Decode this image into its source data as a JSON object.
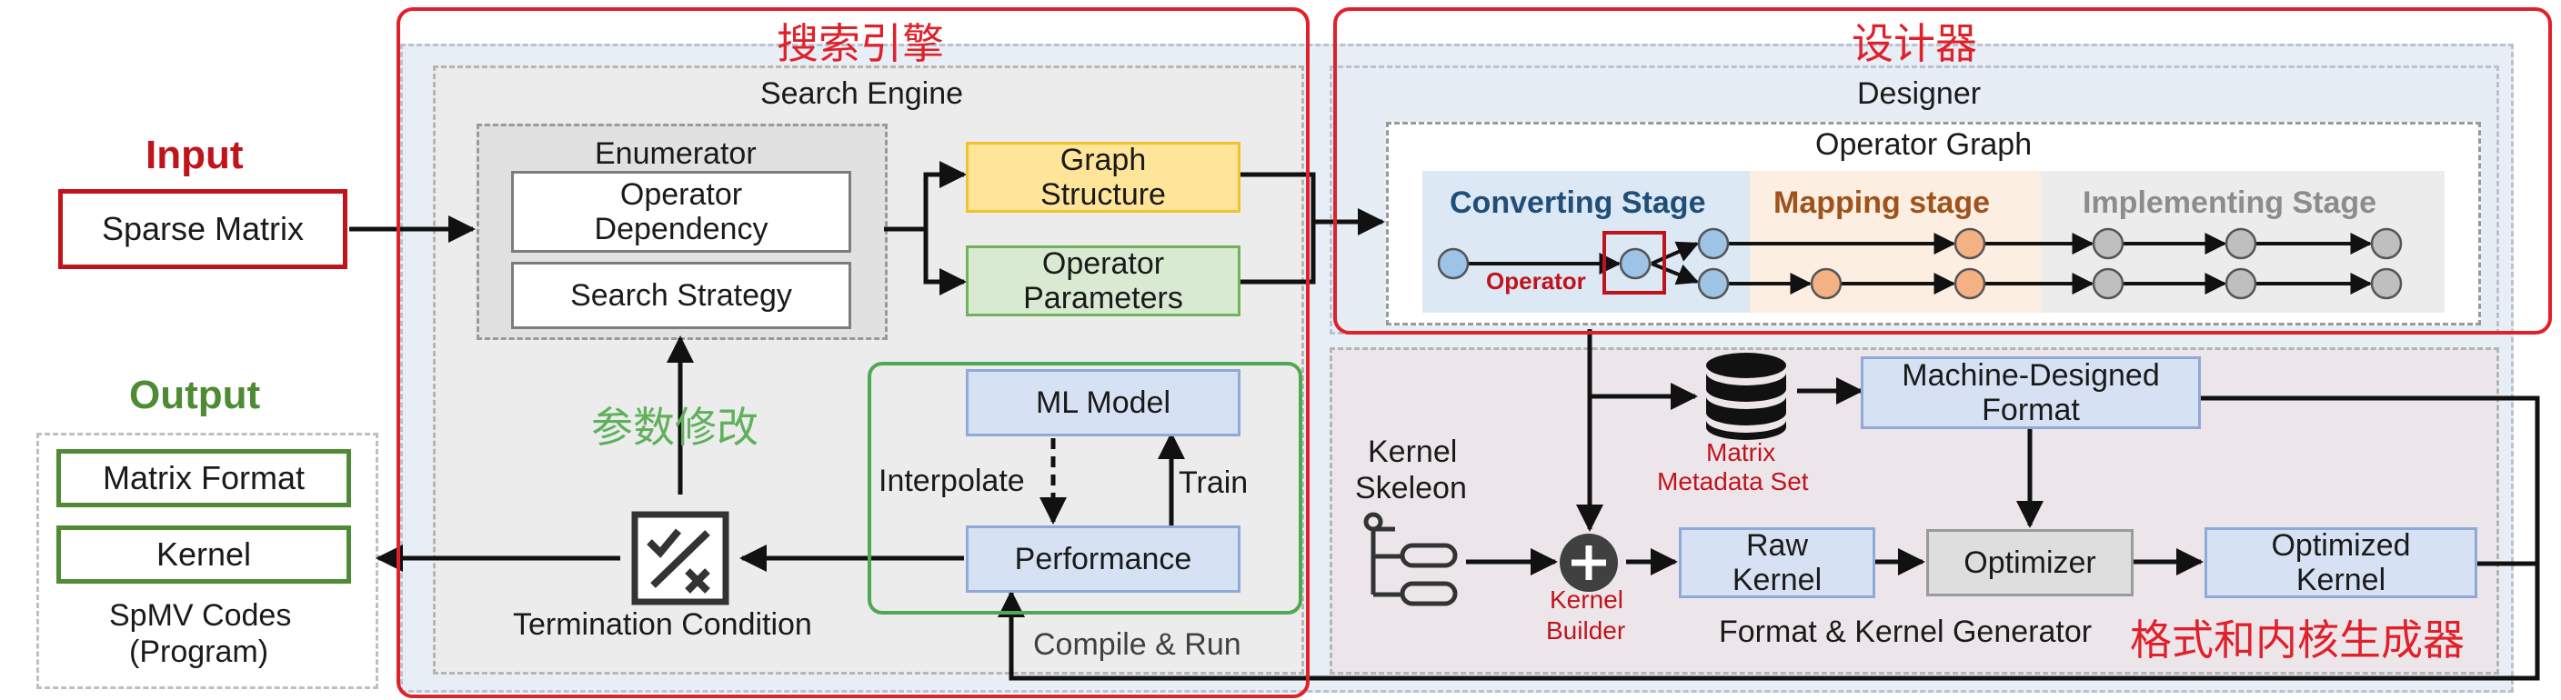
{
  "input": {
    "heading": "Input",
    "matrix_label": "Sparse Matrix"
  },
  "output": {
    "heading": "Output",
    "matrix_format": "Matrix Format",
    "kernel": "Kernel",
    "codes_line1": "SpMV Codes",
    "codes_line2": "(Program)"
  },
  "search_engine": {
    "cn_title": "搜索引擎",
    "title": "Search Engine",
    "enumerator": "Enumerator",
    "operator_dependency_l1": "Operator",
    "operator_dependency_l2": "Dependency",
    "search_strategy": "Search Strategy",
    "graph_structure_l1": "Graph",
    "graph_structure_l2": "Structure",
    "operator_parameters_l1": "Operator",
    "operator_parameters_l2": "Parameters",
    "param_modify_cn": "参数修改",
    "ml_model": "ML Model",
    "interpolate": "Interpolate",
    "train": "Train",
    "performance": "Performance",
    "compile_run": "Compile & Run",
    "termination": "Termination Condition"
  },
  "designer": {
    "cn_title": "设计器",
    "title": "Designer",
    "operator_graph": "Operator Graph",
    "converting_stage": "Converting Stage",
    "mapping_stage": "Mapping stage",
    "implementing_stage": "Implementing Stage",
    "operator_label": "Operator"
  },
  "generator": {
    "cn_title": "格式和内核生成器",
    "title": "Format & Kernel Generator",
    "kernel_skeleton_l1": "Kernel",
    "kernel_skeleton_l2": "Skeleon",
    "matrix_meta_l1": "Matrix",
    "matrix_meta_l2": "Metadata Set",
    "machine_format_l1": "Machine-Designed",
    "machine_format_l2": "Format",
    "kernel_builder_l1": "Kernel",
    "kernel_builder_l2": "Builder",
    "raw_kernel_l1": "Raw",
    "raw_kernel_l2": "Kernel",
    "optimizer": "Optimizer",
    "optimized_kernel_l1": "Optimized",
    "optimized_kernel_l2": "Kernel"
  },
  "colors": {
    "red": "#e0202a",
    "dark_red": "#c0141c",
    "green": "#4f8a34",
    "blue_node": "#9dc3e6",
    "orange_node": "#f4b183",
    "gray_node": "#bfbfbf",
    "converting_text": "#1f4e79",
    "mapping_text": "#a0521d",
    "implementing_text": "#8c8c8c"
  },
  "icons": [
    "checklist-termination-icon",
    "database-icon",
    "kernel-skeleton-tree-icon",
    "plus-circle-icon"
  ]
}
